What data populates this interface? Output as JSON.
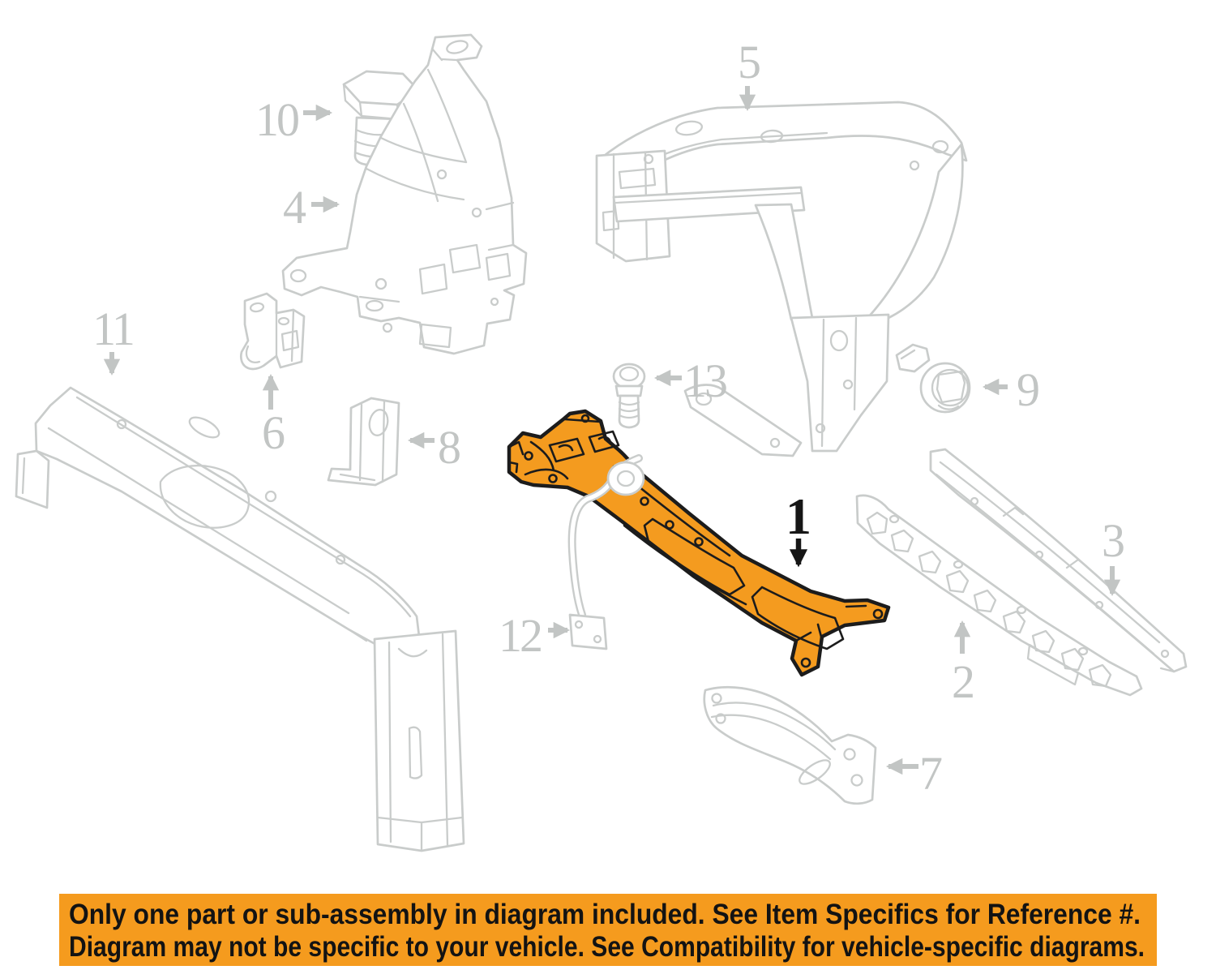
{
  "diagram": {
    "colors": {
      "highlight_orange": "#F49B1F",
      "line_art_gray": "#C9CCCB",
      "label_gray": "#C2C5C4",
      "label_black": "#161616",
      "outline_black": "#1C1C1C"
    },
    "callouts": [
      {
        "label": "1",
        "highlighted": true
      },
      {
        "label": "2",
        "highlighted": false
      },
      {
        "label": "3",
        "highlighted": false
      },
      {
        "label": "4",
        "highlighted": false
      },
      {
        "label": "5",
        "highlighted": false
      },
      {
        "label": "6",
        "highlighted": false
      },
      {
        "label": "7",
        "highlighted": false
      },
      {
        "label": "8",
        "highlighted": false
      },
      {
        "label": "9",
        "highlighted": false
      },
      {
        "label": "10",
        "highlighted": false
      },
      {
        "label": "11",
        "highlighted": false
      },
      {
        "label": "12",
        "highlighted": false
      },
      {
        "label": "13",
        "highlighted": false
      }
    ]
  },
  "banner": {
    "background_color": "#F59B1E",
    "text_color": "#131313",
    "line1": "Only one part or sub-assembly in diagram included. See Item Specifics for Reference #.",
    "line2": "Diagram may not be specific to your vehicle. See Compatibility for vehicle-specific diagrams."
  }
}
